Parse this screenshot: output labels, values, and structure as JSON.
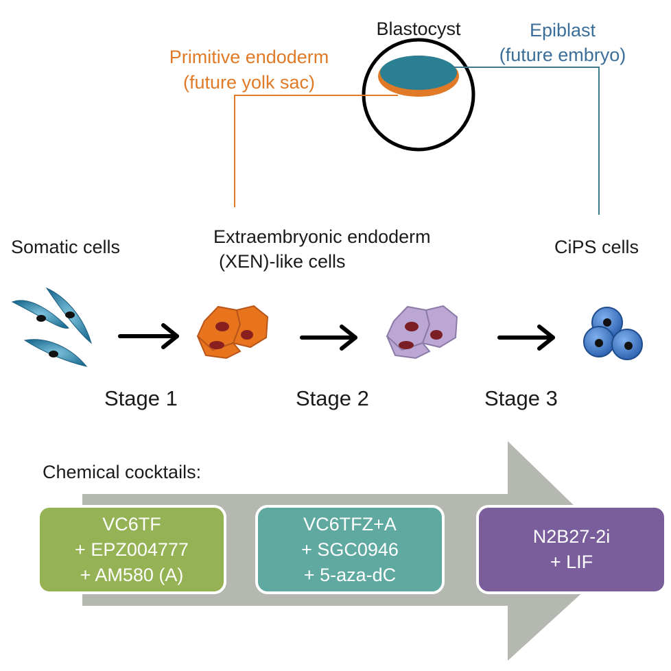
{
  "blastocyst": {
    "title": "Blastocyst",
    "primitive_endoderm": {
      "line1": "Primitive endoderm",
      "line2": "(future yolk sac)"
    },
    "epiblast": {
      "line1": "Epiblast",
      "line2": "(future embryo)"
    }
  },
  "cell_types": {
    "somatic": "Somatic cells",
    "xen_line1": "Extraembryonic endoderm",
    "xen_line2": "(XEN)-like cells",
    "cips": "CiPS cells"
  },
  "stages": [
    "Stage 1",
    "Stage 2",
    "Stage 3"
  ],
  "cocktails": {
    "heading": "Chemical cocktails:",
    "boxes": [
      {
        "lines": [
          "VC6TF",
          "+ EPZ004777",
          "+ AM580 (A)"
        ],
        "color": "#95b354"
      },
      {
        "lines": [
          "VC6TFZ+A",
          "+ SGC0946",
          "+ 5-aza-dC"
        ],
        "color": "#5fa9a0"
      },
      {
        "lines": [
          "N2B27-2i",
          "+ LIF"
        ],
        "color": "#7a5e9c"
      }
    ]
  },
  "colors": {
    "primitive_endoderm": "#e07a27",
    "epiblast": "#3b6e98",
    "epiblast_fill": "#2a7f92",
    "xen_cells": "#e8741e",
    "intermediate_cells": "#bba6d4",
    "cips_cells": "#3d78c6",
    "somatic_cells": "#3a8bb0",
    "big_arrow": "#b4b8b0"
  }
}
